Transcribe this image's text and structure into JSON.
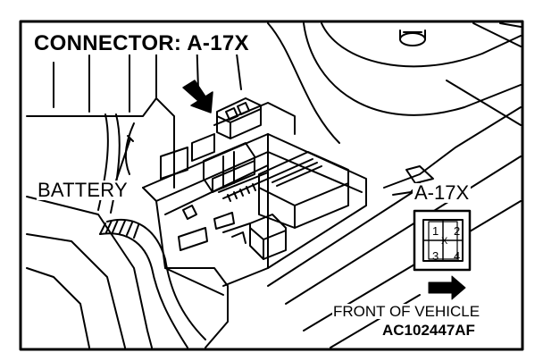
{
  "labels": {
    "title": "CONNECTOR: A-17X",
    "battery": "BATTERY",
    "connector_id": "A-17X",
    "front_of_vehicle": "FRONT OF VEHICLE",
    "figure_code": "AC102447AF"
  },
  "connector_face": {
    "pins": [
      "1",
      "2",
      "3",
      "4"
    ],
    "center_mark": "X"
  },
  "colors": {
    "line": "#000000",
    "background": "#ffffff"
  },
  "icons": {
    "pointer": "filled-arrow-icon",
    "direction": "front-arrow-icon"
  }
}
